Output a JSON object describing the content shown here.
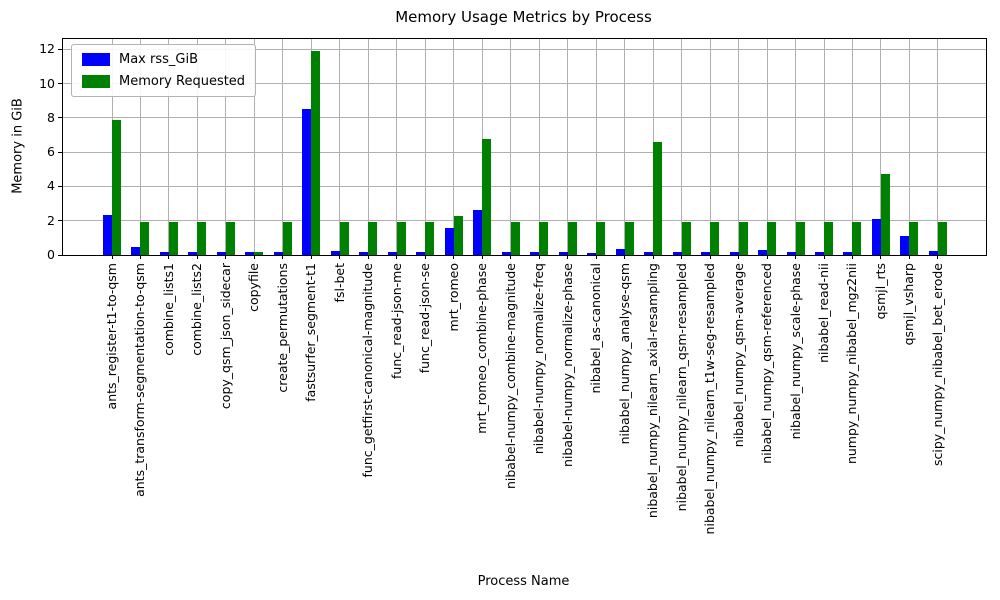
{
  "chart_data": {
    "type": "bar",
    "title": "Memory Usage Metrics by Process",
    "xlabel": "Process Name",
    "ylabel": "Memory in GiB",
    "ylim": [
      0,
      12.6
    ],
    "yticks": [
      0,
      2,
      4,
      6,
      8,
      10,
      12
    ],
    "grid": true,
    "legend_position": "upper-left",
    "x_tick_rotation": 90,
    "categories": [
      "ants_register-t1-to-qsm",
      "ants_transform-segmentation-to-qsm",
      "combine_lists1",
      "combine_lists2",
      "copy_qsm_json_sidecar",
      "copyfile",
      "create_permutations",
      "fastsurfer_segment-t1",
      "fsl-bet",
      "func_getfirst-canonical-magnitude",
      "func_read-json-me",
      "func_read-json-se",
      "mrt_romeo",
      "mrt_romeo_combine-phase",
      "nibabel-numpy_combine-magnitude",
      "nibabel-numpy_normalize-freq",
      "nibabel-numpy_normalize-phase",
      "nibabel_as-canonical",
      "nibabel_numpy_analyse-qsm",
      "nibabel_numpy_nilearn_axial-resampling",
      "nibabel_numpy_nilearn_qsm-resampled",
      "nibabel_numpy_nilearn_t1w-seg-resampled",
      "nibabel_numpy_qsm-average",
      "nibabel_numpy_qsm-referenced",
      "nibabel_numpy_scale-phase",
      "nibabel_read-nii",
      "numpy_numpy_nibabel_mgz2nii",
      "qsmjl_rts",
      "qsmjl_vsharp",
      "scipy_numpy_nibabel_bet_erode"
    ],
    "series": [
      {
        "name": "Max rss_GiB",
        "color": "#0000ff",
        "values": [
          2.35,
          0.45,
          0.2,
          0.2,
          0.2,
          0.2,
          0.2,
          8.5,
          0.25,
          0.15,
          0.15,
          0.15,
          1.6,
          2.6,
          0.15,
          0.15,
          0.15,
          0.1,
          0.35,
          0.15,
          0.2,
          0.15,
          0.15,
          0.3,
          0.2,
          0.2,
          0.2,
          2.1,
          1.1,
          0.25
        ]
      },
      {
        "name": "Memory Requested",
        "color": "#008000",
        "values": [
          7.9,
          1.9,
          1.9,
          1.9,
          1.9,
          0.2,
          1.9,
          11.9,
          1.9,
          1.9,
          1.9,
          1.9,
          2.3,
          6.75,
          1.9,
          1.9,
          1.9,
          1.9,
          1.9,
          6.6,
          1.9,
          1.9,
          1.9,
          1.9,
          1.9,
          1.9,
          1.9,
          4.7,
          1.9,
          1.9
        ]
      }
    ]
  }
}
